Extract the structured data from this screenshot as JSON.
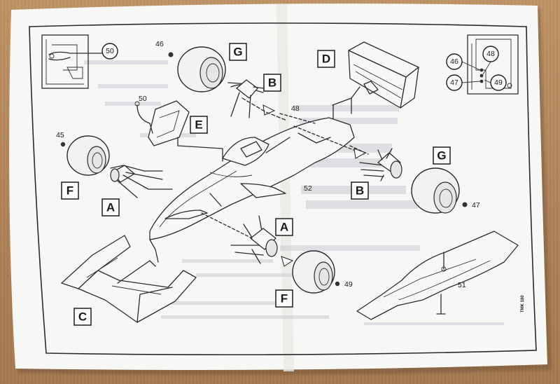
{
  "document": {
    "type": "model kit assembly instruction sheet",
    "part_labels": [
      "A",
      "B",
      "C",
      "D",
      "E",
      "F",
      "G"
    ],
    "part_numbers": [
      "45",
      "46",
      "47",
      "48",
      "49",
      "50",
      "51",
      "52"
    ],
    "callout_circles": [
      "50",
      "46",
      "48",
      "47",
      "49"
    ],
    "sheet_code": "TMK 180"
  },
  "colors": {
    "paper": "#f7f7f5",
    "ink": "#2c2c2c",
    "cardboard": "#b58a5c"
  }
}
